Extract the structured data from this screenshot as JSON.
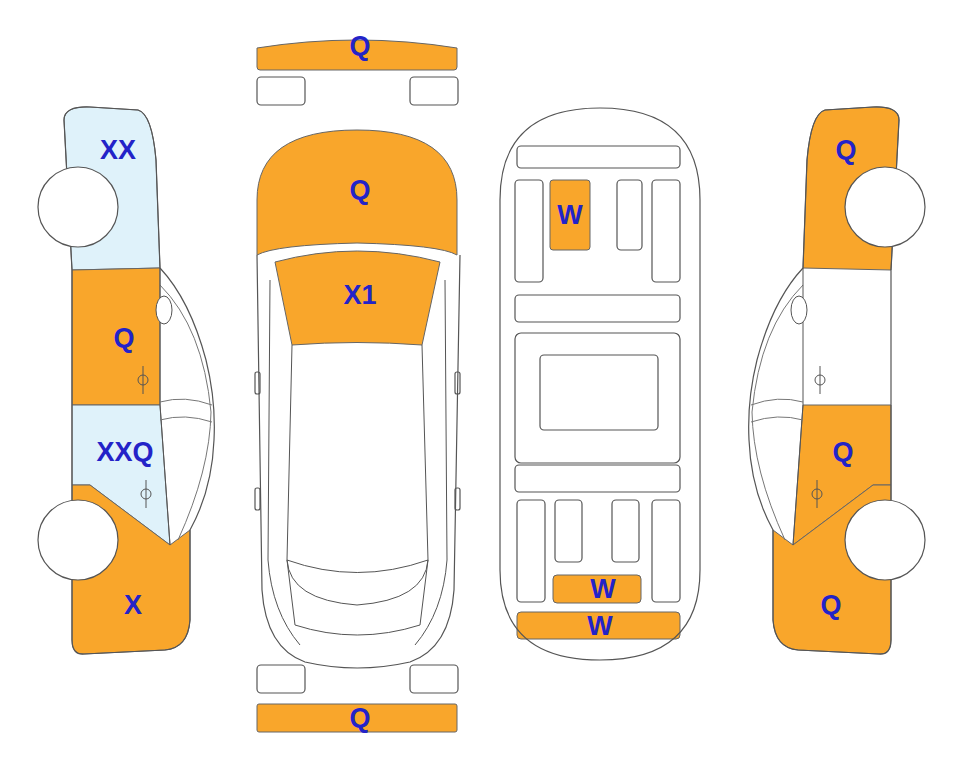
{
  "diagram": {
    "nodes": [
      {
        "text": [
          "XX"
        ]
      },
      {
        "text": [
          "Q"
        ]
      },
      {
        "text": [
          "XXQ"
        ]
      },
      {
        "text": [
          "X"
        ]
      },
      {
        "text": [
          "Q"
        ]
      },
      {
        "text": [
          "Q"
        ]
      },
      {
        "text": [
          "X1"
        ]
      },
      {
        "text": [
          "Q"
        ]
      },
      {
        "text": [
          "W"
        ]
      },
      {
        "text": [
          "W"
        ]
      },
      {
        "text": [
          "W"
        ]
      },
      {
        "text": [
          "Q"
        ]
      },
      {
        "text": [
          "Q"
        ]
      },
      {
        "text": [
          "Q"
        ]
      }
    ]
  }
}
